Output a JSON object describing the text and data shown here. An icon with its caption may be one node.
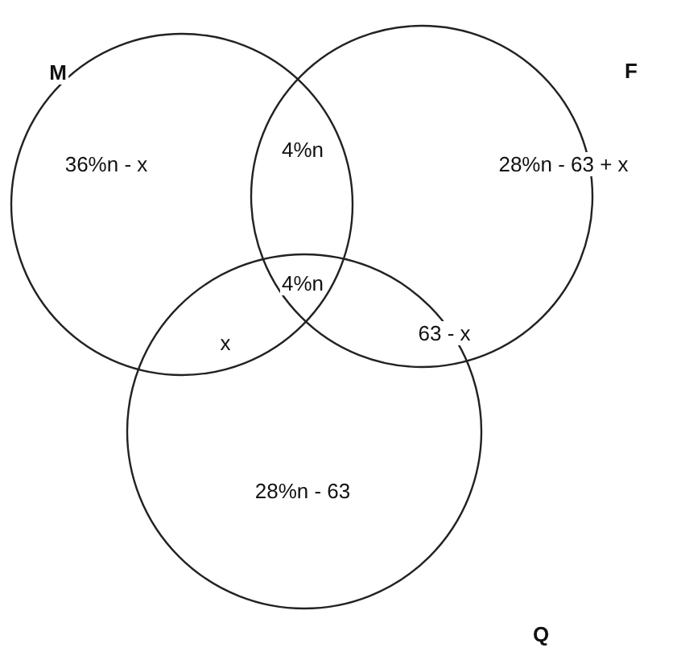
{
  "diagram": {
    "nodes": [
      {
        "text": [
          "M"
        ]
      },
      {
        "text": [
          "F"
        ]
      },
      {
        "text": [
          "Q"
        ]
      }
    ],
    "labels": [
      "4%n",
      "36%n - x",
      "28%n - 63 + x",
      "4%n",
      "x",
      "63 - x",
      "28%n - 63"
    ]
  }
}
